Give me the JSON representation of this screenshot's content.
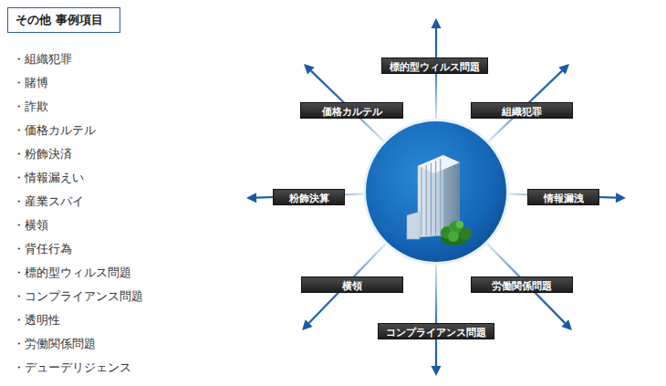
{
  "diagram": {
    "nodes": [
      {
        "text": [
          "その他 事例項目"
        ]
      },
      {
        "text": [
          "標的型ウィルス問題"
        ]
      },
      {
        "text": [
          "価格カルテル"
        ]
      },
      {
        "text": [
          "組織犯罪"
        ]
      },
      {
        "text": [
          "粉飾決算"
        ]
      },
      {
        "text": [
          "情報漏洩"
        ]
      },
      {
        "text": [
          "横領"
        ]
      },
      {
        "text": [
          "労働関係問題"
        ]
      },
      {
        "text": [
          "コンプライアンス問題"
        ]
      }
    ],
    "labels": [
      "・組織犯罪",
      "・賭博",
      "・詐欺",
      "・価格カルテル",
      "・粉飾決済",
      "・情報漏えい",
      "・産業スパイ",
      "・横領",
      "・背任行為",
      "・標的型ウィルス問題",
      "・コンプライアンス問題",
      "・透明性",
      "・労働関係問題",
      "・デューデリジェンス"
    ]
  }
}
